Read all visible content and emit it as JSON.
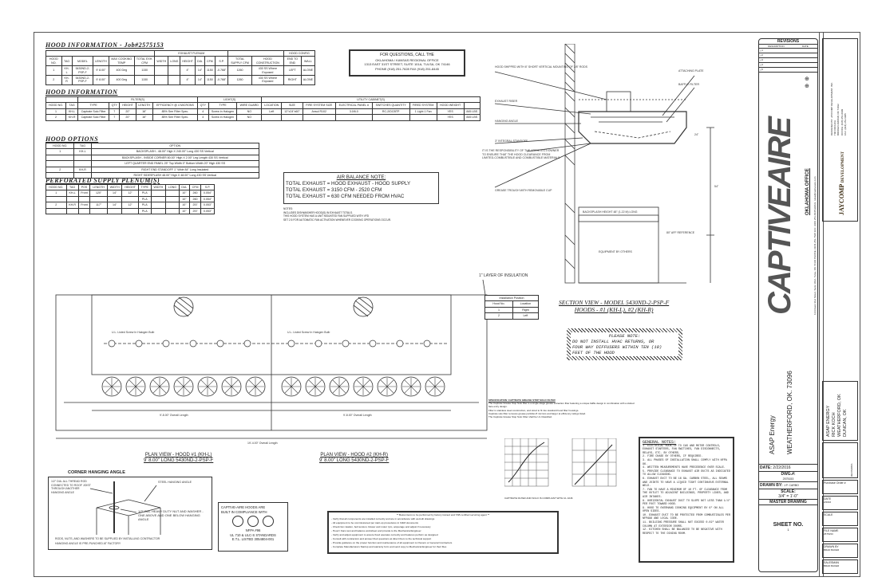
{
  "hood_info_1": {
    "title": "HOOD INFORMATION - Job#2575153",
    "headers": [
      "HOOD NO.",
      "TAG",
      "MODEL",
      "LENGTH",
      "MAX COOKING TEMP",
      "TOTAL EXH. CFM",
      "WIDTH",
      "LONG",
      "HEIGHT",
      "DIA.",
      "CFM",
      "S.P.",
      "TOTAL SUPPLY CFM",
      "HOOD CONSTRUCTION",
      "END TO END",
      "WALL"
    ],
    "group_headers": [
      "EXHAUST PLENUM",
      "HOOD CONFIG"
    ],
    "rows": [
      [
        "1",
        "KH-L",
        "5430ND-2-PSP-F",
        "9' 8.00\"",
        "400 Deg",
        "1150",
        "",
        "",
        "4\"",
        "14\"",
        "1150",
        "-0.768\"",
        "1260",
        "430 SS Where Exposed",
        "LEFT",
        "ALONE"
      ],
      [
        "2",
        "KH-R",
        "5430ND-2-PSP-F",
        "9' 8.00\"",
        "400 Deg",
        "1150",
        "",
        "",
        "4\"",
        "14\"",
        "1150",
        "-0.768\"",
        "1260",
        "430 SS Where Exposed",
        "RIGHT",
        "ALONE"
      ]
    ]
  },
  "hood_info_2": {
    "title": "HOOD INFORMATION",
    "headers": [
      "HOOD NO.",
      "TAG",
      "TYPE",
      "QTY",
      "HEIGHT",
      "LENGTH",
      "EFFICIENCY @ 4 MICRONS",
      "QTY",
      "TYPE",
      "WIRE GUARD",
      "LOCATION",
      "SIZE",
      "FIRE SYSTEM SIZE",
      "ELECTRICAL PANEL #",
      "SWITCHES QUANTITY",
      "FIRED SYSTEM",
      "HOOD WEIGHT"
    ],
    "group_headers": [
      "FILTER(S)",
      "LIGHT(S)",
      "UTILITY CABINET(S)"
    ],
    "rows": [
      [
        "1",
        "KH-L",
        "Captrate Solo Filter",
        "7",
        "20\"",
        "16\"",
        "85% See Filter Spec.",
        "4",
        "Screw in Halogen",
        "NO",
        "Left",
        "12\"x24\"x60\"",
        "Ansul R102",
        "3.0/6.0",
        "RC-2/DCBTP",
        "1 Light 1 Fan",
        "YES",
        "845 LBS"
      ],
      [
        "2",
        "KH-R",
        "Captrate Solo Filter",
        "7",
        "20\"",
        "16\"",
        "85% See Filter Spec.",
        "4",
        "Screw in Halogen",
        "NO",
        "",
        "",
        "",
        "",
        "",
        "",
        "YES",
        "845 LBS"
      ]
    ]
  },
  "hood_options": {
    "title": "HOOD OPTIONS",
    "headers": [
      "HOOD NO.",
      "TAG",
      "OPTION"
    ],
    "rows": [
      [
        "1",
        "KH-L",
        "BACKSPLASH - 48.00\" High X 240.00\" Long 430 SS Vertical"
      ],
      [
        "",
        "",
        "BACKSPLASH - INSIDE CORNER 80.00\" High X 2.00\" Leg Length 430 SS Vertical"
      ],
      [
        "",
        "",
        "LEFT QUARTER END PANEL 25\" Top Width 0\" Bottom Width 20\" High 430 SS"
      ],
      [
        "2",
        "KH-R",
        "RIGHT END STANDOFF 1\" Wide 84\" Long Insulated"
      ],
      [
        "",
        "",
        "RIGHT SIDESPLASH 48.00\" High X 48.00\" Long 430 SS Vertical"
      ]
    ]
  },
  "supply_plenum": {
    "title": "PERFORATED SUPPLY PLENUM(S)",
    "headers": [
      "HOOD NO.",
      "TAG",
      "POS",
      "LENGTH",
      "WIDTH",
      "HEIGHT",
      "TYPE",
      "WIDTH",
      "LONG",
      "DIA.",
      "CFM",
      "S.P."
    ],
    "rows": [
      [
        "1",
        "KH-L",
        "Front",
        "120\"",
        "14\"",
        "12\"",
        "PLA",
        "",
        "",
        "10\"",
        "260",
        "0.054\""
      ],
      [
        "",
        "",
        "",
        "",
        "",
        "",
        "PLA",
        "",
        "",
        "10\"",
        "260",
        "0.054\""
      ],
      [
        "2",
        "KH-R",
        "Front",
        "117\"",
        "14\"",
        "12\"",
        "PLA",
        "",
        "",
        "10\"",
        "257",
        "0.053\""
      ],
      [
        "",
        "",
        "",
        "",
        "",
        "",
        "PLA",
        "",
        "",
        "10\"",
        "257",
        "0.053\""
      ]
    ]
  },
  "questions_box": [
    "FOR QUESTIONS, CALL THE",
    "OKLAHOMA / KANSAS REGIONAL OFFICE",
    "1313 EAST 31ST STREET, SUITE 101A, TULSA, OK 74146",
    "PHONE (918) 251-7628   FAX (918) 251-8445"
  ],
  "air_balance": {
    "title": "AIR BALANCE NOTE:",
    "lines": [
      "TOTAL EXHAUST = HOOD EXHAUST - HOOD SUPPLY",
      "TOTAL EXHAUST = 3150 CFM - 2520 CFM",
      "TOTAL EXHAUST = 630 CFM NEEDED FROM HVAC"
    ],
    "notes": [
      "NOTES:",
      "INCLUDES DISHWASHER HOOD(S) IN EXHAUST TOTALS.",
      "THIS HOOD SYSTEM HAS A UNIT MOUNTED FAN SUPPLIED WITH VFD",
      "SET 2.5 FOR AUTOMATIC FAN ACTIVATION WHENEVER COOKING OPERATIONS OCCUR."
    ]
  },
  "section_view": {
    "title": "SECTION VIEW - MODEL 5430ND-2-PSP-F",
    "subtitle": "HOODS - #1 (KH-L), #2 (KH-R)",
    "labels": [
      "HOOD SHIPPED WITH 6\" SHORT VERTICAL MOUNTING OF 3/8\" RODS",
      "EXHAUST RISER",
      "HANGING ANGLE",
      "3\" INTEGRAL STANDOFF",
      "IT IS THE RESPONSIBILITY OF THE ARCHITECT/OWNER TO ENSURE THAT THE HOOD CLEARANCE FROM LIMITED-COMBUSTIBLE AND COMBUSTIBLE MATERIALS",
      "GREASE TROUGH WITH REMOVABLE CUP",
      "BACKSPLASH HEIGHT 48\" (1.22 M) LONG",
      "EQUIPMENT BY OTHERS",
      "ATTACHING PLATE",
      "BAFFLE FILTER",
      "80\" AFF REFERENCE",
      "24\"",
      "54\""
    ]
  },
  "install_table": {
    "title": "Installation Position",
    "headers": [
      "Hood No.",
      "Location"
    ],
    "rows": [
      [
        "1",
        "Right"
      ],
      [
        "2",
        "Left"
      ]
    ]
  },
  "please_note": {
    "title": "PLEASE NOTE:",
    "lines": [
      "DO NOT INSTALL HVAC RETURNS, OR",
      "FOUR WAY DIFFUSERS WITHIN TEN (10)",
      "FEET OF THE HOOD"
    ]
  },
  "plan_view": {
    "labels": [
      "PLAN VIEW - HOOD #1 (KH-L)",
      "9' 8.00\" LONG 5430ND-2-PSP-F",
      "PLAN VIEW - HOOD #2 (KH-R)",
      "9' 8.00\" LONG 5430ND-2-PSP-F"
    ],
    "annotations": [
      "U.L. Listed Screw In Halogen Bulb",
      "U.L. Listed Screw In Halogen Bulb",
      "1\" LAYER OF INSULATION",
      "19'-4.00\" Overall Length",
      "9'-8.00\" Overall Length",
      "9'-8.00\" Overall Length"
    ]
  },
  "corner_angle": {
    "title": "CORNER HANGING ANGLE",
    "labels": [
      "1/2\" DIA. ALL THREAD ROD CONNECTED TO ROOF JOIST THROUGH ANOTHER HANGING ANGLE",
      "STEEL HANGING ANGLE",
      "1/2\" DIA. HEAVY DUTY NUT AND WASHER - ONE ABOVE AND ONE BELOW HANGING ANGLE",
      "RODS, NUTS, AND WASHERS TO BE SUPPLIED BY INSTALLING CONTRACTOR",
      "HANGING ANGLE IS PRE-PUNCHED AT FACTORY"
    ]
  },
  "compliance": {
    "lines": [
      "CAPTIVE-AIRE HOODS ARE",
      "BUILT IN COMPLIANCE WITH",
      "NFPA #96",
      "UL 710 & ULC-S STANDARDS",
      "E.T.L. LISTED 3054804-001"
    ]
  },
  "startup_notes": [
    "** Below items to be performed by factory trained and TAB certified servicing agent **",
    "Verify that all components are installed correctly and are in accordance with as-built drawings",
    "All equipment to be commissioned per start-up procedures in O&M documents",
    "Check fan rotation, belt tension, blower and motor rpm, amperage and adjust if necessary",
    "Hood / Fans test and balance worksheet and provide to the Mechanical Engineer",
    "Verify and adjust equipment to assure fixed operates correctly and features perform as designed",
    "Consult with contractors and answer their questions at direct them to the technical support",
    "Provide guidance on the proper function and maintenance of all equipment to Owners or General Contractors",
    "Complete Manufacturers Startup and warranty form and send copy to Mechanical Engineer for their files"
  ],
  "filter_spec": {
    "title": "SPECIFICATION: CAPTRATE GREASE STOP SOLO FILTER",
    "text": [
      "The Captrate Grease Stop Solo filter is a single-stage grease extraction filter featuring a unique baffle design in combination with a slotted face entry design.",
      "Filter is stainless steel construction, and sized to fit into standard hood filter housings.",
      "Captrate solo filter removes grease particles 8 microns and larger at efficiency ratings listed.",
      "The Captrate Grease Stop Solo Filter shall be UL Classified."
    ],
    "chart_caption": "CAPTRATE FILTER AND SOLO IS COMPLIANT WITH UL 1046"
  },
  "general_notes": {
    "title": "GENERAL NOTES:",
    "items": [
      "1. ELECTRICAL HOOK-UP TO CAS AND MOTOR CONTROLS, EXHAUST STARTERS, FAN SWITCHES, FAN DISCONNECTS, RELAYS, ETC. BY OTHERS.",
      "2. FIRE CHASE BY OTHERS, IF REQUIRED.",
      "3. ALL PHASES OF INSTALLATION SHALL COMPLY WITH NFPA 96.",
      "4. WRITTEN MEASUREMENTS HAVE PRECEDENCE OVER SCALE.",
      "5. PROVIDE CLEARANCE TO EXHAUST AIR DUCTS AS INDICATED TO ALLOW CLEANING.",
      "6. EXHAUST DUCT TO BE 16 GA. CARBON STEEL, ALL SEAMS AND JOINTS TO HAVE A LIQUID TIGHT CONTINUOUS EXTERNAL WELD.",
      "7. FAN TO HAVE A MINIMUM OF 10 FT. OF CLEARANCE FROM THE OUTLET TO ADJACENT BUILDINGS, PROPERTY LINES, AND AIR INTAKES.",
      "8. HORIZONTAL EXHAUST DUCT TO SLOPE NOT LESS THAN 1/4\" PER FOOT TOWARD HOOD.",
      "9. HOOD TO OVERHANG COOKING EQUIPMENT BY 6\" ON ALL OPEN SIDES.",
      "10. EXHAUST DUCT TO BE PROTECTED FROM COMBUSTIBLES PER NFPA96 AND LOCAL CODE.",
      "11. BUILDING PRESSURE SHALL NOT EXCEED 0.02\" WATER COLUMN AT EXTERIOR DOORS.",
      "12. KITCHEN SHALL BE BALANCED TO BE NEGATIVE WITH RESPECT TO THE DINING ROOM."
    ]
  },
  "title_block": {
    "revisions_title": "REVISIONS",
    "revision_cols": [
      "DESCRIPTION",
      "DATE"
    ],
    "revision_marks": [
      "1",
      "2",
      "3",
      "4",
      "5"
    ],
    "brand": "CAPTIVEAIRE",
    "office": "OKLAHOMA OFFICE",
    "address": "1313 East 31st Street, Suite 101A, Tulsa, OK 74146  PHONE: (918) 251-7628  FAX: (918) 251-8445  EMAIL: tulsa@captiveaire.com",
    "project": "ASAP Energy",
    "location": "WEATHERFORD, OK. 73096",
    "date_label": "DATE:",
    "date": "2/22/2016",
    "dwg_label": "DWG.#:",
    "dwg": "2575153",
    "drawn_label": "DRAWN BY:",
    "drawn": "J.P. CARBO",
    "scale_label": "SCALE:",
    "scale": "3/4\" = 1'-0\"",
    "master": "MASTER DRAWING",
    "sheet_label": "SHEET NO.",
    "sheet": "1"
  },
  "side_block": {
    "designer_lines": [
      "DESIGNED BY: JAYCOMP DEVELOPMENT, INC.",
      "TIM CROUCH",
      "BROKEN ARROW, OK 74012",
      "OFFICE: (918) 251-0999",
      "FAX: (918) 251-6965"
    ],
    "logo_text": [
      "JAYCOMP",
      "DEVELOPMENT"
    ],
    "project_lines": [
      "ASAP ENERGY",
      "RICK KOCH",
      "WEATHERFORD, OK",
      "DUNCAN, OK"
    ],
    "rev_label": "REVISIONS",
    "rev_desc": "DESCRIPTION",
    "rev_marks": [
      "SF",
      "SF",
      "SF"
    ],
    "fields": [
      {
        "label": "Purchase Order #",
        "value": ""
      },
      {
        "label": "DATE",
        "value": "2/2016"
      },
      {
        "label": "SCALE",
        "value": ""
      },
      {
        "label": "FILE NAME",
        "value": "2575153"
      },
      {
        "label": "DRAWN BY",
        "value": "BRAD BAKER"
      },
      {
        "label": "SALESMAN",
        "value": "BRAD BAKER"
      }
    ]
  }
}
